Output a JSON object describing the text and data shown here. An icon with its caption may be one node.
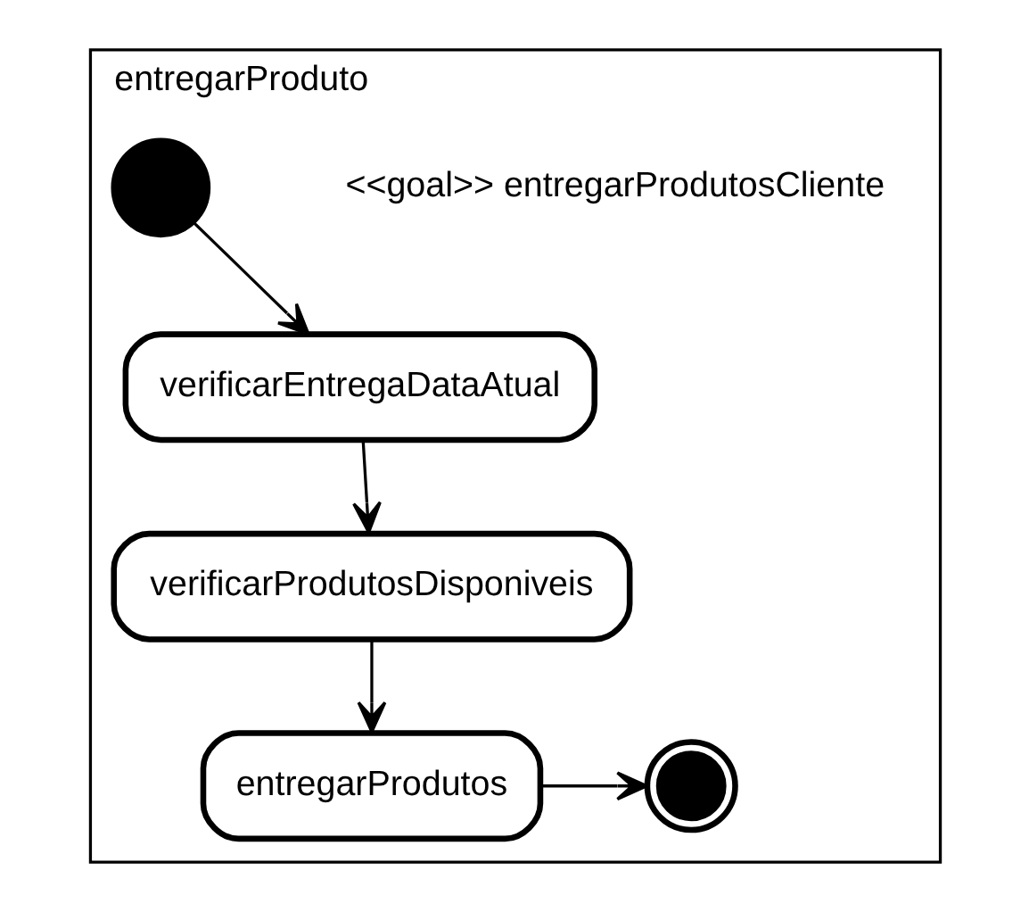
{
  "diagram": {
    "nodes": [
      {
        "text": [
          "entregarProduto"
        ]
      },
      {
        "text": [],
        "shape": "circle",
        "in": 0
      },
      {
        "text": [
          "verificarEntregaDataAtual"
        ],
        "in": 0
      },
      {
        "text": [
          "verificarProdutosDisponiveis"
        ],
        "in": 0
      },
      {
        "text": [
          "entregarProdutos"
        ],
        "in": 0
      },
      {
        "text": [],
        "shape": "circle",
        "in": 0
      }
    ],
    "edges": [
      {
        "from": 1,
        "to": 2,
        "arrow": "to"
      },
      {
        "from": 2,
        "to": 3,
        "arrow": "to"
      },
      {
        "from": 3,
        "to": 4,
        "arrow": "to"
      },
      {
        "from": 4,
        "to": 5,
        "arrow": "to"
      }
    ],
    "labels": [
      "<<goal>> entregarProdutosCliente"
    ]
  }
}
